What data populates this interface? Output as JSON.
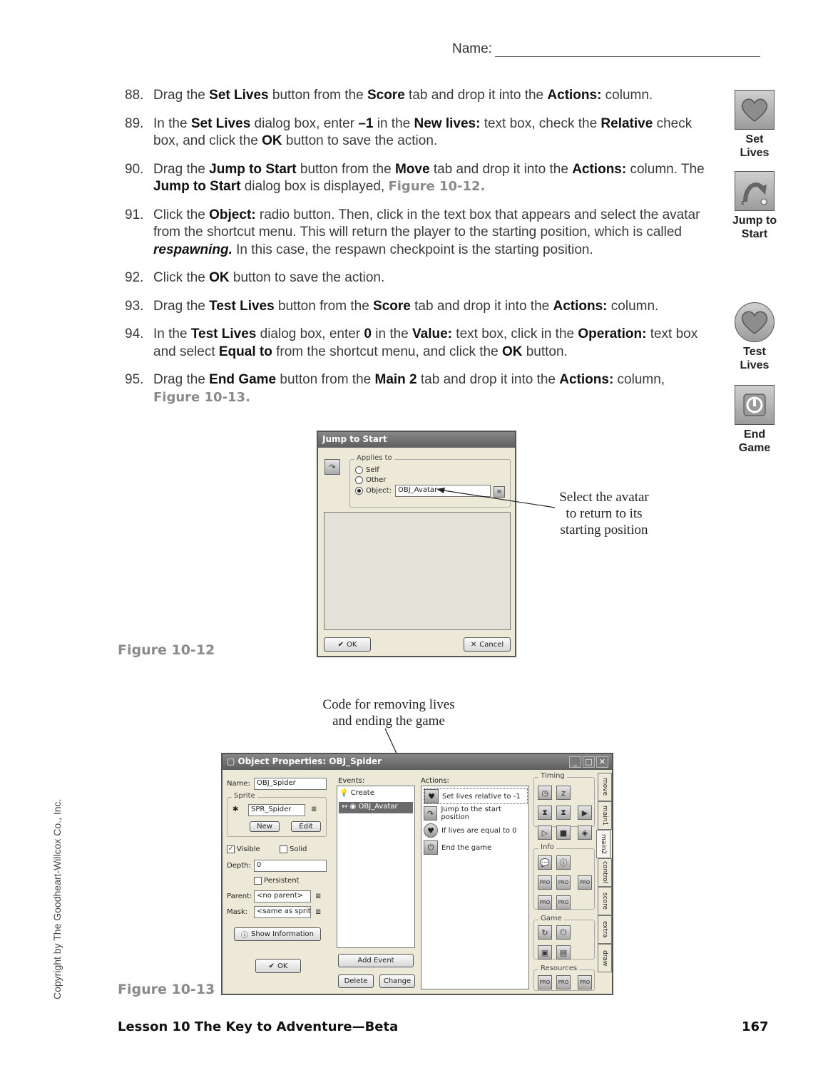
{
  "header": {
    "name_label": "Name:"
  },
  "steps": [
    {
      "num": "88.",
      "parts": [
        [
          "t",
          "Drag the "
        ],
        [
          "b",
          "Set Lives"
        ],
        [
          "t",
          " button from the "
        ],
        [
          "b",
          "Score"
        ],
        [
          "t",
          " tab and drop it into the "
        ],
        [
          "b",
          "Actions:"
        ],
        [
          "t",
          " column."
        ]
      ]
    },
    {
      "num": "89.",
      "parts": [
        [
          "t",
          "In the "
        ],
        [
          "b",
          "Set Lives"
        ],
        [
          "t",
          " dialog box, enter "
        ],
        [
          "b",
          "–1"
        ],
        [
          "t",
          " in the "
        ],
        [
          "b",
          "New lives:"
        ],
        [
          "t",
          " text box, check the "
        ],
        [
          "b",
          "Relative"
        ],
        [
          "t",
          " check box, and click the "
        ],
        [
          "b",
          "OK"
        ],
        [
          "t",
          " button to save the action."
        ]
      ]
    },
    {
      "num": "90.",
      "parts": [
        [
          "t",
          " Drag the "
        ],
        [
          "b",
          "Jump to Start"
        ],
        [
          "t",
          " button from the "
        ],
        [
          "b",
          "Move"
        ],
        [
          "t",
          " tab and drop it into the "
        ],
        [
          "b",
          "Actions:"
        ],
        [
          "t",
          " column. The "
        ],
        [
          "b",
          "Jump to Start"
        ],
        [
          "t",
          " dialog box is displayed, "
        ],
        [
          "f",
          "Figure 10-12."
        ]
      ]
    },
    {
      "num": "91.",
      "parts": [
        [
          "t",
          "Click the "
        ],
        [
          "b",
          "Object:"
        ],
        [
          "t",
          " radio button. Then, click in the text box that appears and select the avatar from the shortcut menu. This will return the player to the starting position, which is called "
        ],
        [
          "i",
          "respawning."
        ],
        [
          "t",
          " In this case, the respawn checkpoint is the starting position."
        ]
      ]
    },
    {
      "num": "92.",
      "parts": [
        [
          "t",
          "Click the "
        ],
        [
          "b",
          "OK"
        ],
        [
          "t",
          " button to save the action."
        ]
      ]
    },
    {
      "num": "93.",
      "parts": [
        [
          "t",
          "Drag the "
        ],
        [
          "b",
          "Test Lives"
        ],
        [
          "t",
          " button from the "
        ],
        [
          "b",
          "Score"
        ],
        [
          "t",
          " tab and drop it into the "
        ],
        [
          "b",
          "Actions:"
        ],
        [
          "t",
          " column."
        ]
      ]
    },
    {
      "num": "94.",
      "parts": [
        [
          "t",
          "In the "
        ],
        [
          "b",
          "Test Lives"
        ],
        [
          "t",
          " dialog box, enter "
        ],
        [
          "b",
          "0"
        ],
        [
          "t",
          " in the "
        ],
        [
          "b",
          "Value:"
        ],
        [
          "t",
          " text box, click in the "
        ],
        [
          "b",
          "Operation:"
        ],
        [
          "t",
          " text box and select "
        ],
        [
          "b",
          "Equal to"
        ],
        [
          "t",
          " from the shortcut menu, and click the "
        ],
        [
          "b",
          "OK"
        ],
        [
          "t",
          " button."
        ]
      ]
    },
    {
      "num": "95.",
      "parts": [
        [
          "t",
          "Drag the "
        ],
        [
          "b",
          "End Game"
        ],
        [
          "t",
          " button from the "
        ],
        [
          "b",
          "Main 2"
        ],
        [
          "t",
          " tab and drop it into the "
        ],
        [
          "b",
          "Actions:"
        ],
        [
          "t",
          " column, "
        ],
        [
          "f",
          "Figure 10-13."
        ]
      ]
    }
  ],
  "sidebar": {
    "set_lives": [
      "Set",
      "Lives"
    ],
    "jump_to_start": [
      "Jump to",
      "Start"
    ],
    "test_lives": [
      "Test",
      "Lives"
    ],
    "end_game": [
      "End",
      "Game"
    ]
  },
  "fig1": {
    "label": "Figure 10-12",
    "title": "Jump to Start",
    "applies_to": "Applies to",
    "radio_self": "Self",
    "radio_other": "Other",
    "radio_object": "Object:",
    "object_value": "OBJ_Avatar",
    "ok": "OK",
    "cancel": "Cancel",
    "callout": [
      "Select the avatar",
      "to return to its",
      "starting position"
    ]
  },
  "fig2": {
    "label": "Figure 10-13",
    "title": "Object Properties: OBJ_Spider",
    "callout": [
      "Code for removing lives",
      "and ending the game"
    ],
    "name_label": "Name:",
    "name_value": "OBJ_Spider",
    "sprite_legend": "Sprite",
    "sprite_value": "SPR_Spider",
    "new_btn": "New",
    "edit_btn": "Edit",
    "visible": "Visible",
    "solid": "Solid",
    "depth_label": "Depth:",
    "depth_value": "0",
    "persistent": "Persistent",
    "parent_label": "Parent:",
    "parent_value": "<no parent>",
    "mask_label": "Mask:",
    "mask_value": "<same as sprite>",
    "show_info": "Show Information",
    "ok": "OK",
    "events_label": "Events:",
    "events": [
      "Create",
      "OBJ_Avatar"
    ],
    "add_event": "Add Event",
    "delete": "Delete",
    "change": "Change",
    "actions_label": "Actions:",
    "actions": [
      "Set lives relative to -1",
      "Jump to the start position",
      "If lives are equal to 0",
      "End the game"
    ],
    "groups": [
      "Timing",
      "Info",
      "Game",
      "Resources"
    ],
    "tabs": [
      "move",
      "main1",
      "main2",
      "control",
      "score",
      "extra",
      "draw"
    ]
  },
  "copyright": "Copyright by The Goodheart-Willcox Co., Inc.",
  "footer": {
    "lesson": "Lesson 10   The Key to Adventure—Beta",
    "page": "167"
  }
}
